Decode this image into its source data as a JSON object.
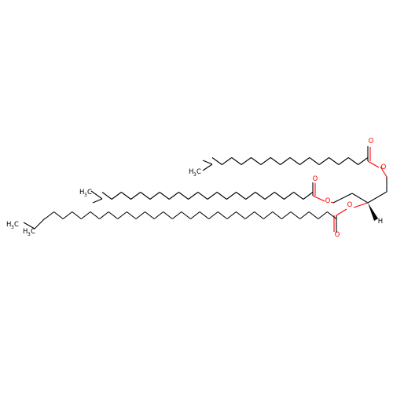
{
  "molecule": {
    "colors": {
      "bond": "#000000",
      "oxygen": "#ff0000",
      "background": "#ffffff"
    },
    "atom_labels": {
      "oxygen": "O",
      "hydrogen": "H",
      "methyl_main": "H",
      "methyl_sub": "3",
      "methyl_tail": "C"
    }
  }
}
